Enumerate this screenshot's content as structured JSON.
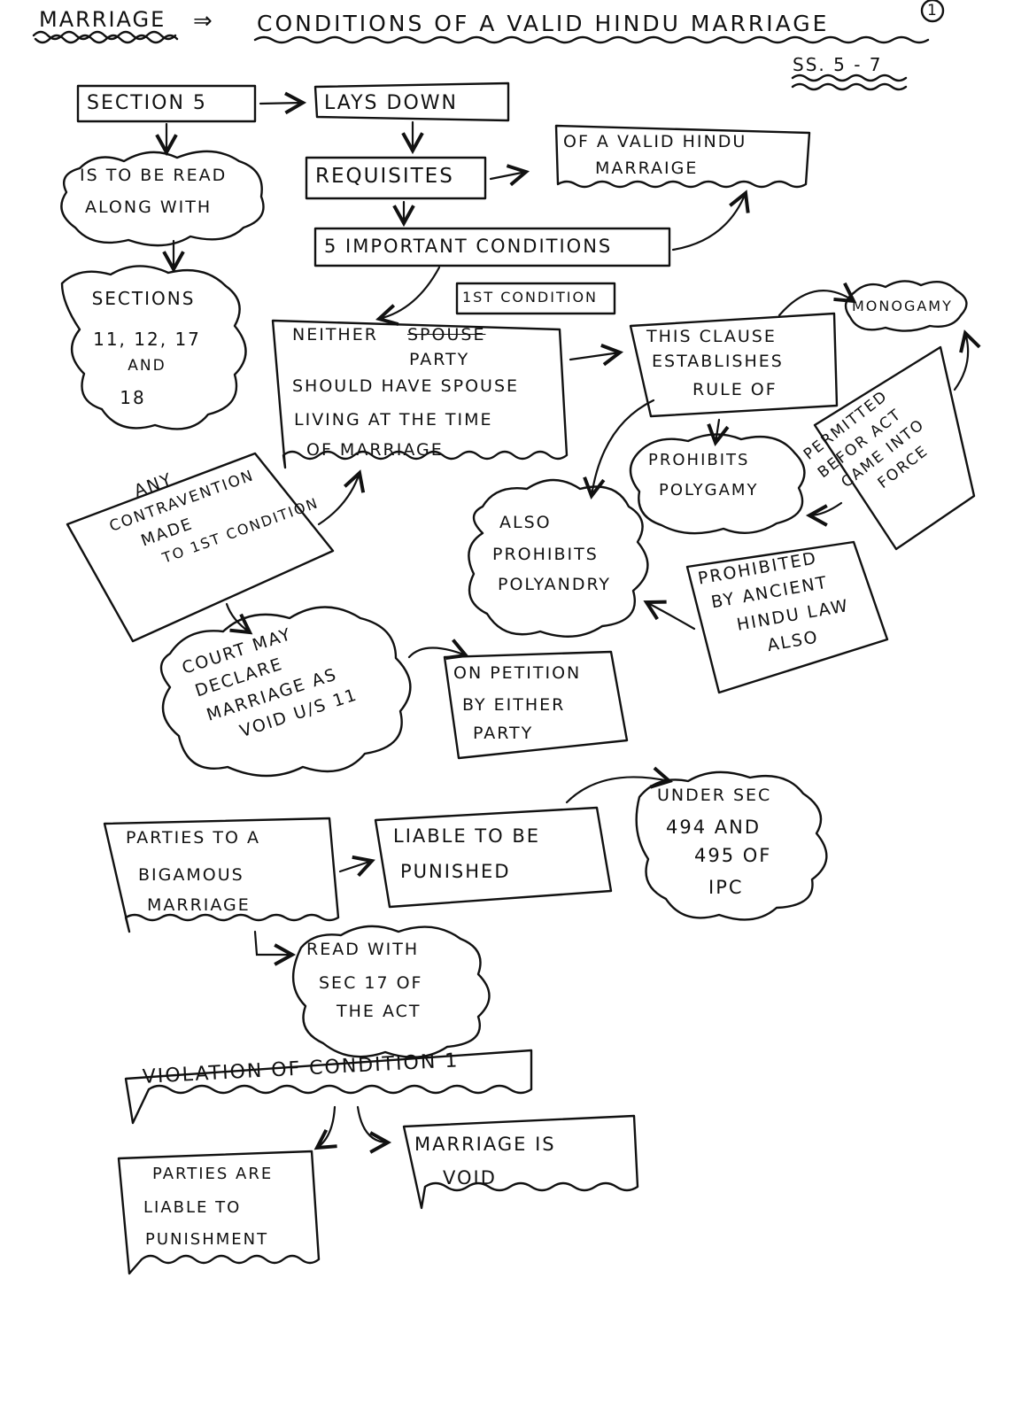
{
  "header": {
    "topic": "MARRIAGE",
    "arrow": "⇒",
    "title": "CONDITIONS OF A VALID HINDU MARRIAGE",
    "sections": "SS. 5 - 7",
    "page": "1"
  },
  "nodes": {
    "section5": "SECTION 5",
    "lays_down": "LAYS DOWN",
    "read_along": [
      "IS TO BE READ",
      "ALONG WITH"
    ],
    "requisites": "REQUISITES",
    "valid_marriage": [
      "OF A VALID HINDU",
      "MARRAIGE"
    ],
    "five_conditions": "5 IMPORTANT CONDITIONS",
    "sections_list": [
      "SECTIONS",
      "11, 12, 17",
      "AND",
      "18"
    ],
    "first_condition": "1ST CONDITION",
    "neither": {
      "struck": "SPOUSE",
      "line1": "NEITHER",
      "lines": [
        "PARTY",
        "SHOULD HAVE SPOUSE",
        "LIVING AT THE TIME",
        "OF MARRIAGE"
      ]
    },
    "rule_of": [
      "THIS CLAUSE",
      "ESTABLISHES",
      "RULE OF"
    ],
    "monogamy": "MONOGAMY",
    "permitted": [
      "PERMITTED",
      "BEFOR ACT",
      "CAME INTO",
      "FORCE"
    ],
    "polygamy": [
      "PROHIBITS",
      "POLYGAMY"
    ],
    "polyandry": [
      "ALSO",
      "PROHIBITS",
      "POLYANDRY"
    ],
    "ancient": [
      "PROHIBITED",
      "BY ANCIENT",
      "HINDU LAW",
      "ALSO"
    ],
    "contravention": [
      "ANY",
      "CONTRAVENTION",
      "MADE",
      "TO 1ST CONDITION"
    ],
    "court": [
      "COURT MAY",
      "DECLARE",
      "MARRIAGE AS",
      "VOID U/S 11"
    ],
    "petition": [
      "ON PETITION",
      "BY EITHER",
      "PARTY"
    ],
    "bigamous": [
      "PARTIES TO A",
      "BIGAMOUS",
      "MARRIAGE"
    ],
    "liable": [
      "LIABLE TO BE",
      "PUNISHED"
    ],
    "ipc": [
      "UNDER SEC",
      "494 and",
      "495 OF",
      "IPC"
    ],
    "read_sec17": [
      "READ WITH",
      "SEC 17 OF",
      "THE ACT"
    ],
    "violation": "VIOLATION OF CONDITION 1",
    "parties_liable": [
      "PARTIES ARE",
      "LIABLE TO",
      "PUNISHMENT"
    ],
    "marriage_void": [
      "MARRIAGE IS",
      "VOID"
    ]
  }
}
